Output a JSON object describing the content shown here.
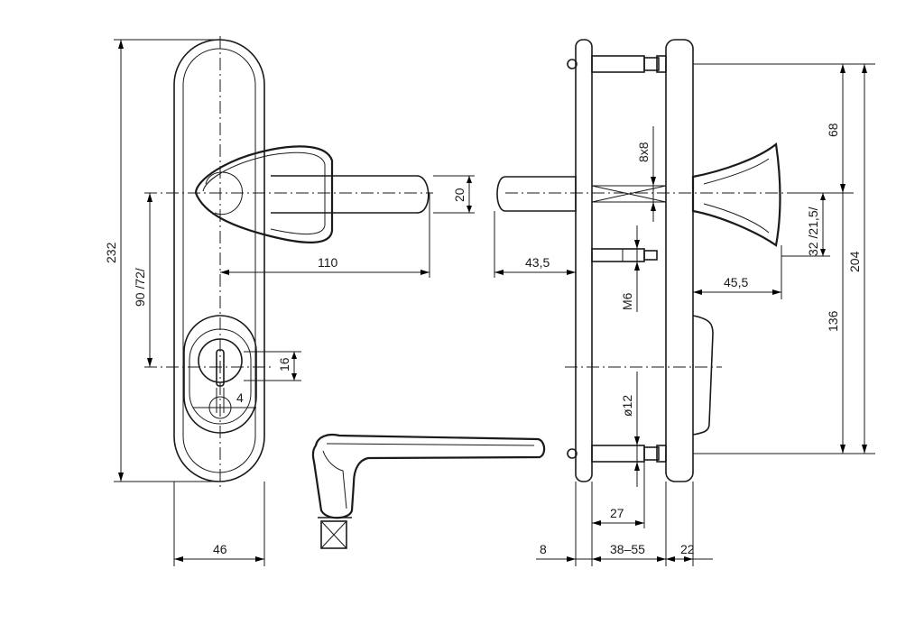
{
  "dimensions": {
    "plate_length": "232",
    "handle_to_key_distance": "90 /72/",
    "plate_width": "46",
    "lever_length": "110",
    "key_hole_height": "16",
    "key_slot_width": "4",
    "spindle_height": "20",
    "spindle_projection": "43,5",
    "spindle_square": "8x8",
    "screw_thread": "M6",
    "knob_projection": "45,5",
    "screw_diameter": "ø12",
    "top_to_spindle": "68",
    "spindle_to_cylinder": "32 /21,5/",
    "spindle_to_bottom": "136",
    "screw_spacing": "204",
    "screw_offset": "27",
    "outer_plate_thickness": "8",
    "door_thickness": "38–55",
    "inner_plate_thickness": "22"
  }
}
